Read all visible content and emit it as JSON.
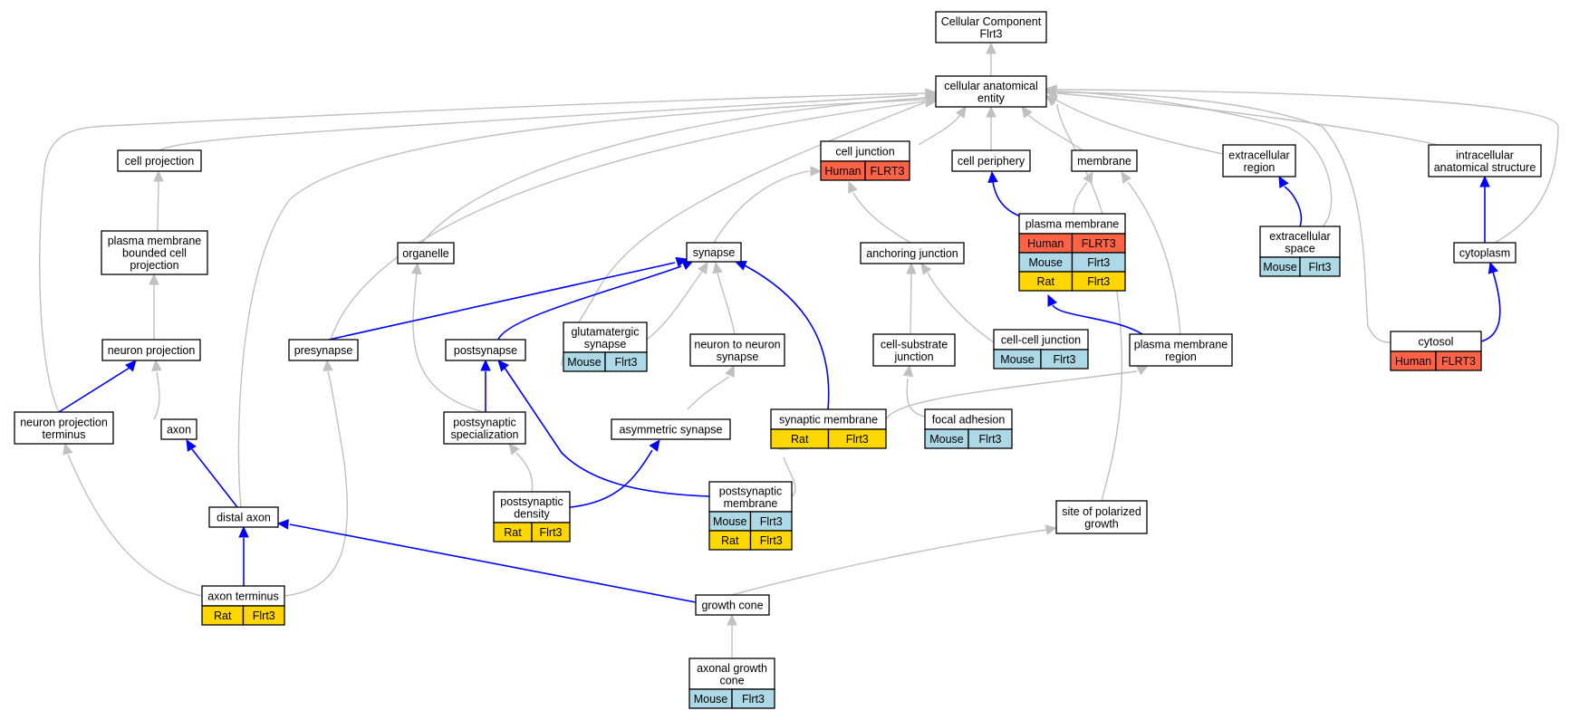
{
  "colors": {
    "human": "#ff6347",
    "mouse": "#add8e6",
    "rat": "#ffd700",
    "is_a_edge": "#c0c0c0",
    "part_of_edge": "#0000ff"
  },
  "nodes": {
    "cc": {
      "lines": [
        "Cellular Component",
        "Flrt3"
      ],
      "ann": []
    },
    "cae": {
      "lines": [
        "cellular anatomical",
        "entity"
      ],
      "ann": []
    },
    "cellproj": {
      "lines": [
        "cell projection"
      ],
      "ann": []
    },
    "celljunc": {
      "lines": [
        "cell junction"
      ],
      "ann": [
        [
          "Human",
          "FLRT3"
        ]
      ]
    },
    "cellper": {
      "lines": [
        "cell periphery"
      ],
      "ann": []
    },
    "membrane": {
      "lines": [
        "membrane"
      ],
      "ann": []
    },
    "extreg": {
      "lines": [
        "extracellular",
        "region"
      ],
      "ann": []
    },
    "intra": {
      "lines": [
        "intracellular",
        "anatomical structure"
      ],
      "ann": []
    },
    "pmbcp": {
      "lines": [
        "plasma membrane",
        "bounded cell",
        "projection"
      ],
      "ann": []
    },
    "organelle": {
      "lines": [
        "organelle"
      ],
      "ann": []
    },
    "synapse": {
      "lines": [
        "synapse"
      ],
      "ann": []
    },
    "anchor": {
      "lines": [
        "anchoring junction"
      ],
      "ann": []
    },
    "pm": {
      "lines": [
        "plasma membrane"
      ],
      "ann": [
        [
          "Human",
          "FLRT3"
        ],
        [
          "Mouse",
          "Flrt3"
        ],
        [
          "Rat",
          "Flrt3"
        ]
      ]
    },
    "extspace": {
      "lines": [
        "extracellular",
        "space"
      ],
      "ann": [
        [
          "Mouse",
          "Flrt3"
        ]
      ]
    },
    "cytoplasm": {
      "lines": [
        "cytoplasm"
      ],
      "ann": []
    },
    "neuproj": {
      "lines": [
        "neuron projection"
      ],
      "ann": []
    },
    "presyn": {
      "lines": [
        "presynapse"
      ],
      "ann": []
    },
    "postsyn": {
      "lines": [
        "postsynapse"
      ],
      "ann": []
    },
    "glut": {
      "lines": [
        "glutamatergic",
        "synapse"
      ],
      "ann": [
        [
          "Mouse",
          "Flrt3"
        ]
      ]
    },
    "n2n": {
      "lines": [
        "neuron to neuron",
        "synapse"
      ],
      "ann": []
    },
    "csj": {
      "lines": [
        "cell-substrate",
        "junction"
      ],
      "ann": []
    },
    "ccj": {
      "lines": [
        "cell-cell junction"
      ],
      "ann": [
        [
          "Mouse",
          "Flrt3"
        ]
      ]
    },
    "pmr": {
      "lines": [
        "plasma membrane",
        "region"
      ],
      "ann": []
    },
    "cytosol": {
      "lines": [
        "cytosol"
      ],
      "ann": [
        [
          "Human",
          "FLRT3"
        ]
      ]
    },
    "npt": {
      "lines": [
        "neuron projection",
        "terminus"
      ],
      "ann": []
    },
    "axon": {
      "lines": [
        "axon"
      ],
      "ann": []
    },
    "pss": {
      "lines": [
        "postsynaptic",
        "specialization"
      ],
      "ann": []
    },
    "asym": {
      "lines": [
        "asymmetric synapse"
      ],
      "ann": []
    },
    "synmem": {
      "lines": [
        "synaptic membrane"
      ],
      "ann": [
        [
          "Rat",
          "Flrt3"
        ]
      ]
    },
    "focal": {
      "lines": [
        "focal adhesion"
      ],
      "ann": [
        [
          "Mouse",
          "Flrt3"
        ]
      ]
    },
    "distal": {
      "lines": [
        "distal axon"
      ],
      "ann": []
    },
    "psd": {
      "lines": [
        "postsynaptic",
        "density"
      ],
      "ann": [
        [
          "Rat",
          "Flrt3"
        ]
      ]
    },
    "psm": {
      "lines": [
        "postsynaptic",
        "membrane"
      ],
      "ann": [
        [
          "Mouse",
          "Flrt3"
        ],
        [
          "Rat",
          "Flrt3"
        ]
      ]
    },
    "spg": {
      "lines": [
        "site of polarized",
        "growth"
      ],
      "ann": []
    },
    "axterm": {
      "lines": [
        "axon terminus"
      ],
      "ann": [
        [
          "Rat",
          "Flrt3"
        ]
      ]
    },
    "gcone": {
      "lines": [
        "growth cone"
      ],
      "ann": []
    },
    "agc": {
      "lines": [
        "axonal growth",
        "cone"
      ],
      "ann": [
        [
          "Mouse",
          "Flrt3"
        ]
      ]
    }
  }
}
